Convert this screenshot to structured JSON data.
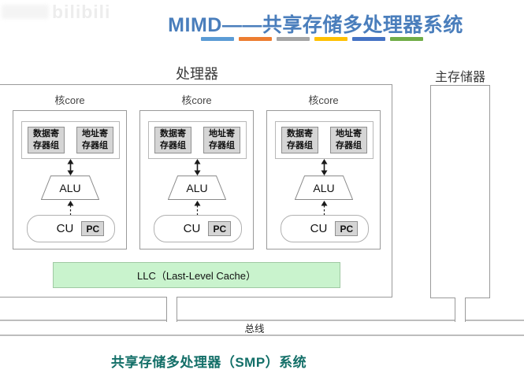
{
  "watermark": {
    "logo_text": "bilibili"
  },
  "header": {
    "title": "MIMD——共享存储多处理器系统",
    "title_color": "#4a7ebc",
    "accent_bars": [
      "#5b9bd5",
      "#ed7d31",
      "#a5a5a5",
      "#ffc000",
      "#4472c4",
      "#70ad47"
    ]
  },
  "diagram": {
    "processor_label": "处理器",
    "main_memory_label": "主存储器",
    "bus_label": "总线",
    "llc": {
      "label": "LLC（Last-Level Cache）",
      "fill_color": "#c9f3cd"
    },
    "cores": [
      {
        "label": "核core",
        "data_register": "数据寄存器组",
        "address_register": "地址寄存器组",
        "alu_label": "ALU",
        "cu_label": "CU",
        "pc_label": "PC"
      },
      {
        "label": "核core",
        "data_register": "数据寄存器组",
        "address_register": "地址寄存器组",
        "alu_label": "ALU",
        "cu_label": "CU",
        "pc_label": "PC"
      },
      {
        "label": "核core",
        "data_register": "数据寄存器组",
        "address_register": "地址寄存器组",
        "alu_label": "ALU",
        "cu_label": "CU",
        "pc_label": "PC"
      }
    ]
  },
  "caption": {
    "text": "共享存储多处理器（SMP）系统",
    "color": "#136f68"
  }
}
